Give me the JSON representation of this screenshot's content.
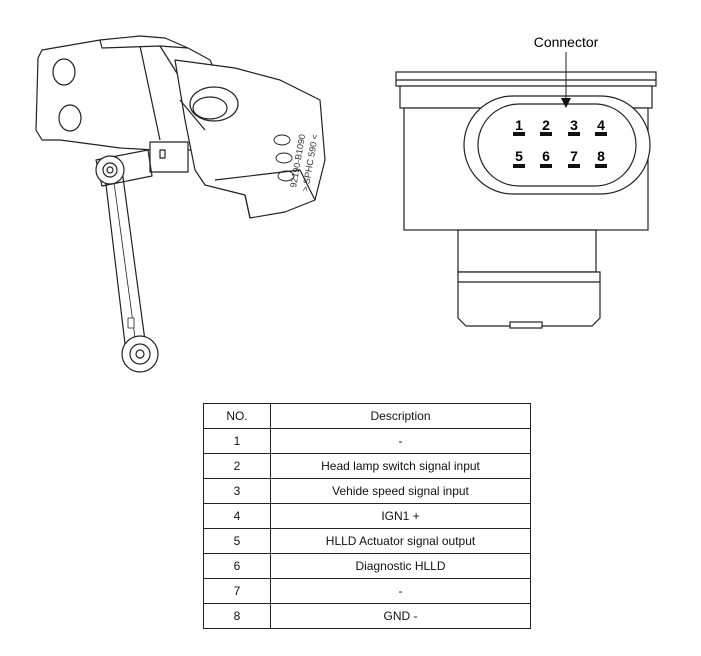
{
  "connector": {
    "title": "Connector",
    "pins_top": [
      "1",
      "2",
      "3",
      "4"
    ],
    "pins_bottom": [
      "5",
      "6",
      "7",
      "8"
    ]
  },
  "sensor": {
    "part_number": "92190-B1090",
    "material_mark": "> SPHC 590 <"
  },
  "table": {
    "headers": {
      "no": "NO.",
      "description": "Description"
    },
    "rows": [
      {
        "no": "1",
        "description": "-"
      },
      {
        "no": "2",
        "description": "Head lamp switch signal input"
      },
      {
        "no": "3",
        "description": "Vehide speed signal input"
      },
      {
        "no": "4",
        "description": "IGN1 +"
      },
      {
        "no": "5",
        "description": "HLLD Actuator signal output"
      },
      {
        "no": "6",
        "description": "Diagnostic HLLD"
      },
      {
        "no": "7",
        "description": "-"
      },
      {
        "no": "8",
        "description": "GND -"
      }
    ]
  }
}
